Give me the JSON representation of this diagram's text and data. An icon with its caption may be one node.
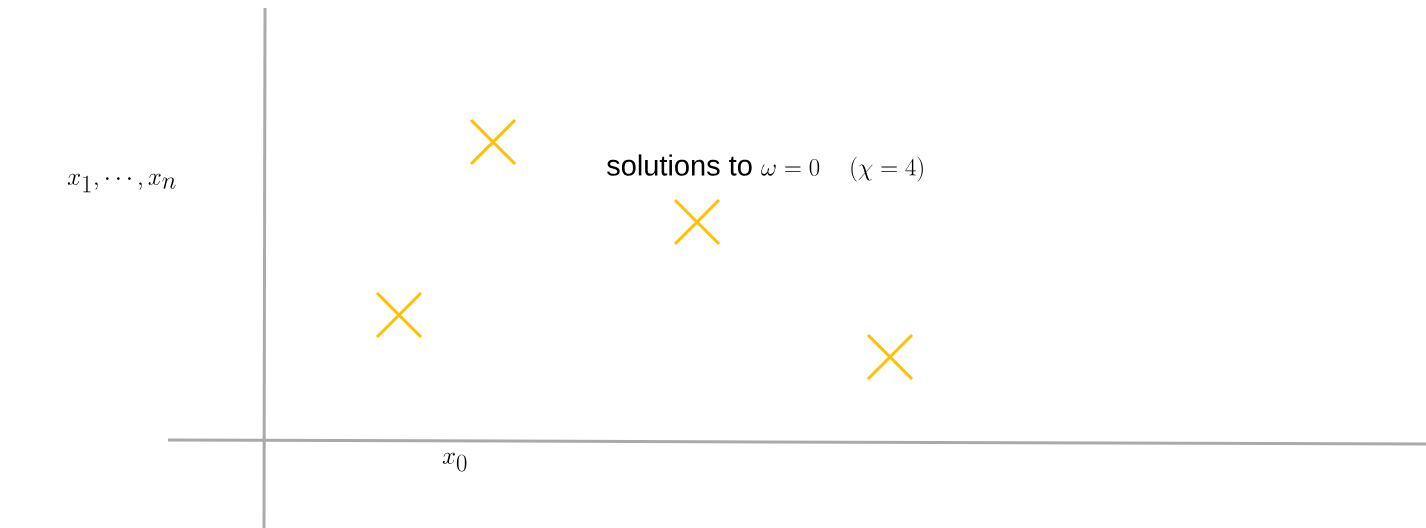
{
  "diagram": {
    "labels": [
      "x_1, \\cdots, x_n",
      "solutions to",
      "\\omega = 0",
      "(\\chi = 4)",
      "x_0"
    ]
  }
}
